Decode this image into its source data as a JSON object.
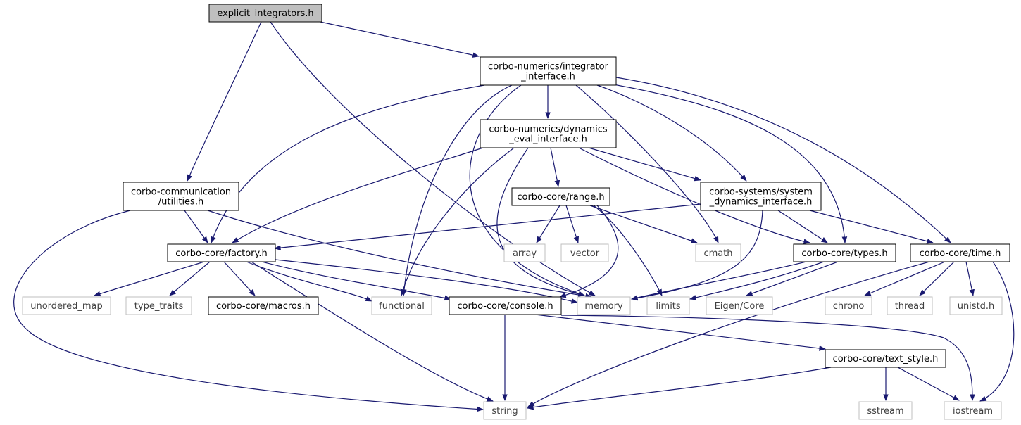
{
  "colors": {
    "edge": "#191970",
    "root_fill": "#bfbfbf",
    "local_border": "#000000",
    "system_border": "#bfbfbf",
    "system_text": "#3f3f3f",
    "text": "#000000"
  },
  "nodes": {
    "explicit": {
      "lines": [
        "explicit_integrators.h"
      ],
      "kind": "root"
    },
    "integrator": {
      "lines": [
        "corbo-numerics/integrator",
        "_interface.h"
      ],
      "kind": "local"
    },
    "dynamics": {
      "lines": [
        "corbo-numerics/dynamics",
        "_eval_interface.h"
      ],
      "kind": "local"
    },
    "comm_utils": {
      "lines": [
        "corbo-communication",
        "/utilities.h"
      ],
      "kind": "local"
    },
    "range": {
      "lines": [
        "corbo-core/range.h"
      ],
      "kind": "local"
    },
    "sysdyn": {
      "lines": [
        "corbo-systems/system",
        "_dynamics_interface.h"
      ],
      "kind": "local"
    },
    "factory": {
      "lines": [
        "corbo-core/factory.h"
      ],
      "kind": "local"
    },
    "array": {
      "lines": [
        "array"
      ],
      "kind": "system"
    },
    "vector": {
      "lines": [
        "vector"
      ],
      "kind": "system"
    },
    "cmath": {
      "lines": [
        "cmath"
      ],
      "kind": "system"
    },
    "types": {
      "lines": [
        "corbo-core/types.h"
      ],
      "kind": "local"
    },
    "time": {
      "lines": [
        "corbo-core/time.h"
      ],
      "kind": "local"
    },
    "unordered_map": {
      "lines": [
        "unordered_map"
      ],
      "kind": "system"
    },
    "type_traits": {
      "lines": [
        "type_traits"
      ],
      "kind": "system"
    },
    "macros": {
      "lines": [
        "corbo-core/macros.h"
      ],
      "kind": "local"
    },
    "functional": {
      "lines": [
        "functional"
      ],
      "kind": "system"
    },
    "console": {
      "lines": [
        "corbo-core/console.h"
      ],
      "kind": "local"
    },
    "memory": {
      "lines": [
        "memory"
      ],
      "kind": "system"
    },
    "limits": {
      "lines": [
        "limits"
      ],
      "kind": "system"
    },
    "eigen": {
      "lines": [
        "Eigen/Core"
      ],
      "kind": "system"
    },
    "chrono": {
      "lines": [
        "chrono"
      ],
      "kind": "system"
    },
    "thread": {
      "lines": [
        "thread"
      ],
      "kind": "system"
    },
    "unistd": {
      "lines": [
        "unistd.h"
      ],
      "kind": "system"
    },
    "text_style": {
      "lines": [
        "corbo-core/text_style.h"
      ],
      "kind": "local"
    },
    "string": {
      "lines": [
        "string"
      ],
      "kind": "system"
    },
    "sstream": {
      "lines": [
        "sstream"
      ],
      "kind": "system"
    },
    "iostream": {
      "lines": [
        "iostream"
      ],
      "kind": "system"
    }
  },
  "edges": [
    [
      "explicit",
      "integrator"
    ],
    [
      "explicit",
      "comm_utils"
    ],
    [
      "explicit",
      "memory"
    ],
    [
      "integrator",
      "dynamics"
    ],
    [
      "integrator",
      "factory"
    ],
    [
      "integrator",
      "functional"
    ],
    [
      "integrator",
      "memory"
    ],
    [
      "integrator",
      "cmath"
    ],
    [
      "integrator",
      "sysdyn"
    ],
    [
      "integrator",
      "types"
    ],
    [
      "integrator",
      "time"
    ],
    [
      "dynamics",
      "factory"
    ],
    [
      "dynamics",
      "functional"
    ],
    [
      "dynamics",
      "memory"
    ],
    [
      "dynamics",
      "range"
    ],
    [
      "dynamics",
      "sysdyn"
    ],
    [
      "dynamics",
      "types"
    ],
    [
      "comm_utils",
      "factory"
    ],
    [
      "comm_utils",
      "memory"
    ],
    [
      "comm_utils",
      "string"
    ],
    [
      "range",
      "array"
    ],
    [
      "range",
      "vector"
    ],
    [
      "range",
      "cmath"
    ],
    [
      "range",
      "limits"
    ],
    [
      "range",
      "console"
    ],
    [
      "sysdyn",
      "factory"
    ],
    [
      "sysdyn",
      "types"
    ],
    [
      "sysdyn",
      "time"
    ],
    [
      "sysdyn",
      "memory"
    ],
    [
      "factory",
      "unordered_map"
    ],
    [
      "factory",
      "type_traits"
    ],
    [
      "factory",
      "macros"
    ],
    [
      "factory",
      "functional"
    ],
    [
      "factory",
      "console"
    ],
    [
      "factory",
      "memory"
    ],
    [
      "factory",
      "string"
    ],
    [
      "types",
      "memory"
    ],
    [
      "types",
      "limits"
    ],
    [
      "types",
      "eigen"
    ],
    [
      "time",
      "string"
    ],
    [
      "time",
      "chrono"
    ],
    [
      "time",
      "thread"
    ],
    [
      "time",
      "unistd"
    ],
    [
      "time",
      "iostream"
    ],
    [
      "console",
      "string"
    ],
    [
      "console",
      "text_style"
    ],
    [
      "console",
      "iostream"
    ],
    [
      "text_style",
      "string"
    ],
    [
      "text_style",
      "sstream"
    ],
    [
      "text_style",
      "iostream"
    ]
  ]
}
